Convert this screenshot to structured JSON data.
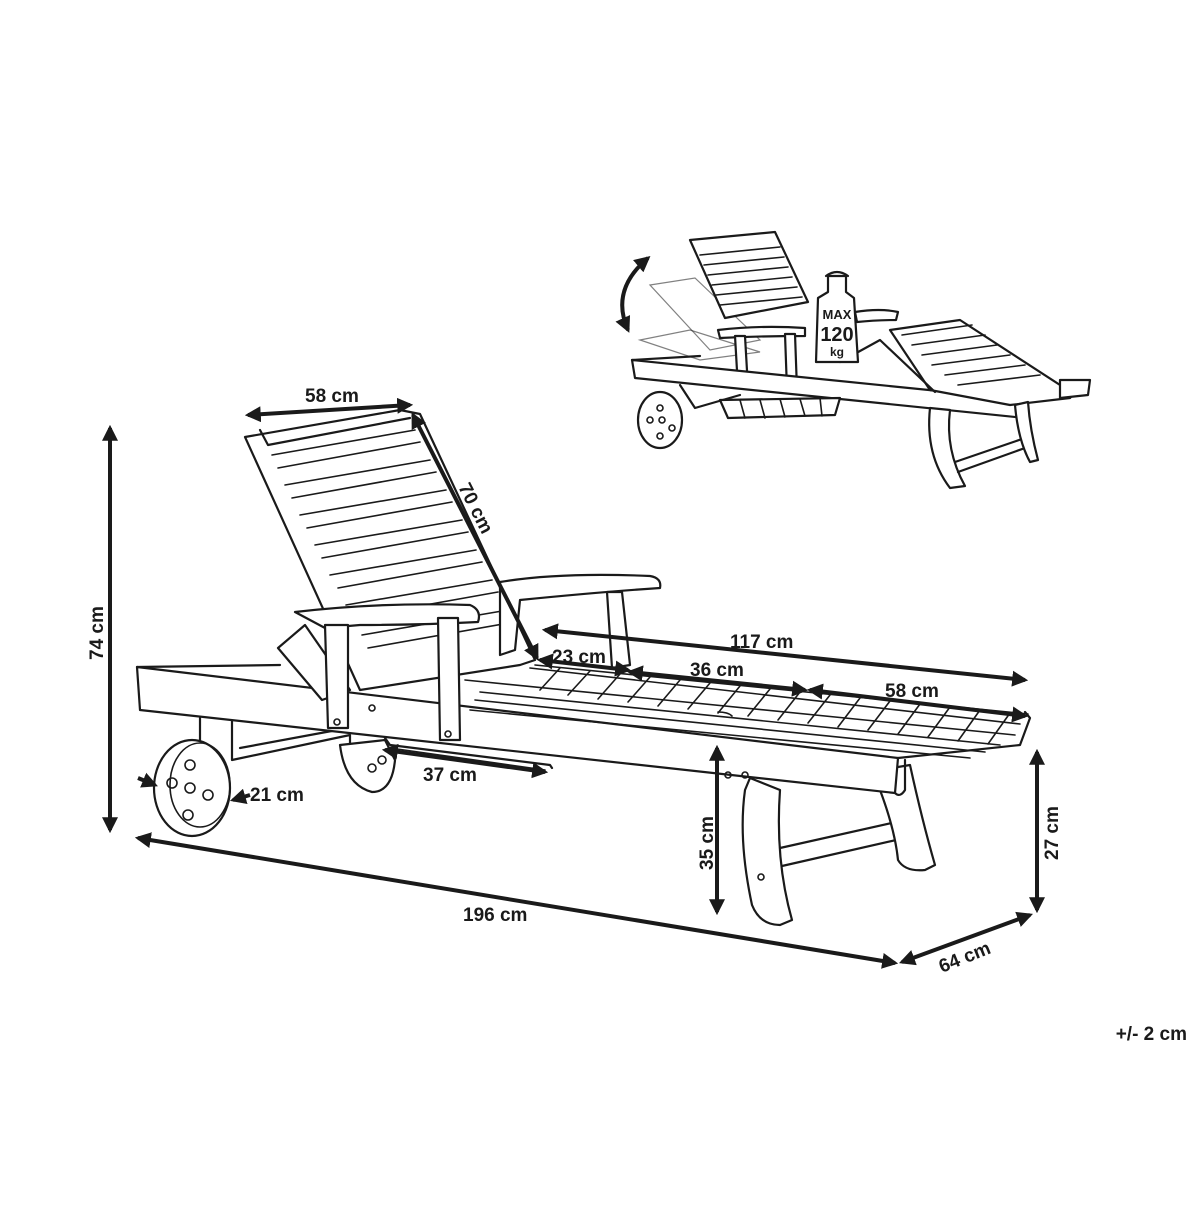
{
  "dimensions": {
    "backrest_width": "58 cm",
    "backrest_length": "70 cm",
    "total_height": "74 cm",
    "seat_overall_length": "117 cm",
    "seat_section_a": "23 cm",
    "seat_section_b": "36 cm",
    "seat_section_c": "58 cm",
    "wheel_diameter": "21 cm",
    "tray_length": "37 cm",
    "seat_height": "35 cm",
    "foot_height": "27 cm",
    "total_length": "196 cm",
    "total_width": "64 cm"
  },
  "tolerance": "+/- 2 cm",
  "weight_badge": {
    "line1": "MAX",
    "line2": "120",
    "line3": "kg"
  }
}
